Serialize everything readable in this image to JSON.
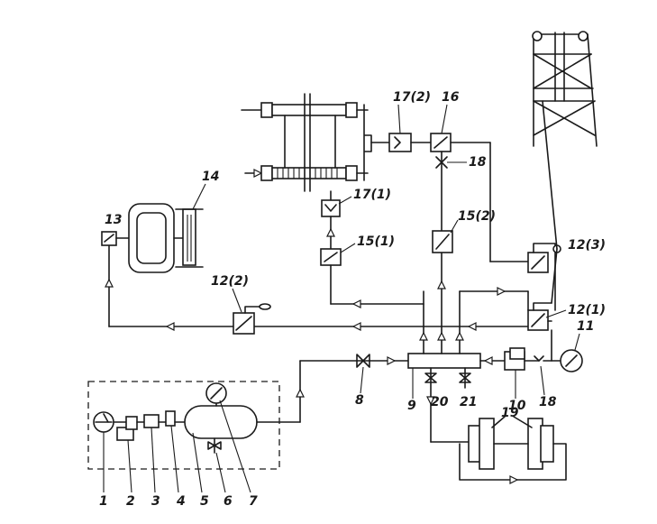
{
  "labels": {
    "l1": "1",
    "l2": "2",
    "l3": "3",
    "l4": "4",
    "l5": "5",
    "l6": "6",
    "l7": "7",
    "l8": "8",
    "l9": "9",
    "l10": "10",
    "l11": "11",
    "l12_1": "12(1)",
    "l12_2": "12(2)",
    "l12_3": "12(3)",
    "l13": "13",
    "l14": "14",
    "l15_1": "15(1)",
    "l15_2": "15(2)",
    "l16": "16",
    "l17_1": "17(1)",
    "l17_2": "17(2)",
    "l18a": "18",
    "l18b": "18",
    "l19": "19",
    "l20": "20",
    "l21": "21"
  }
}
